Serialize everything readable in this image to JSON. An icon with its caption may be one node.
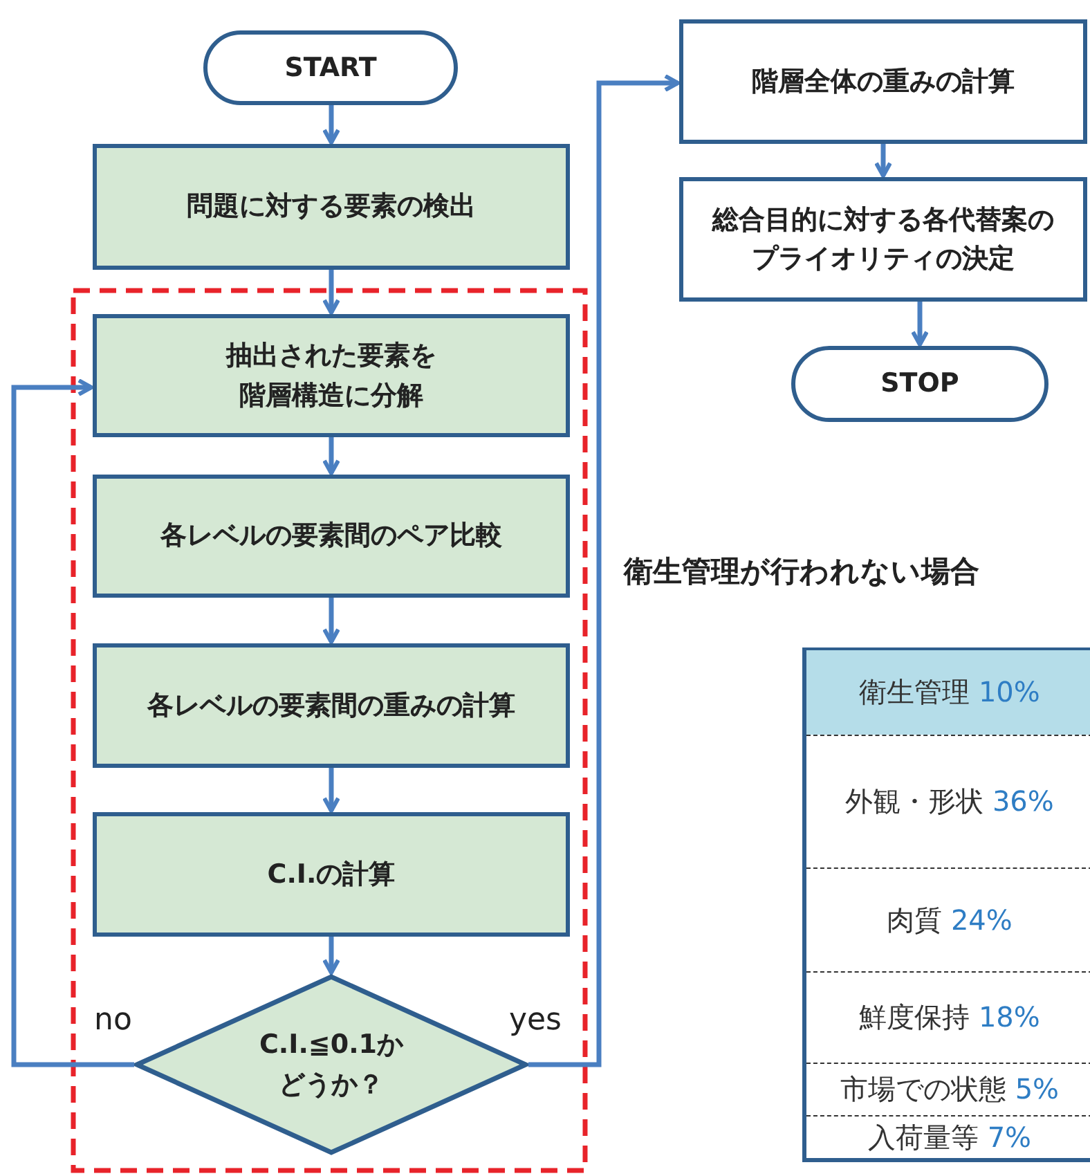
{
  "diagram": {
    "nodes": [
      {
        "text": [
          "START"
        ]
      },
      {
        "text": [
          "問題に対する要素の検出"
        ]
      },
      {
        "text": [
          "抽出された要素を階層構造に分解"
        ]
      },
      {
        "text": [
          "各レベルの要素間のペア比較"
        ]
      },
      {
        "text": [
          "各レベルの要素間の重みの計算"
        ]
      },
      {
        "text": [
          "C.I.の計算"
        ]
      },
      {
        "text": [
          "C.I.≦0.1かどうか？"
        ]
      },
      {
        "text": [
          "階層全体の重みの計算"
        ]
      },
      {
        "text": [
          "総合目的に対する各代替案のプライオリティの決定"
        ]
      },
      {
        "text": [
          "STOP"
        ]
      }
    ],
    "edges": [
      {
        "from": 0,
        "to": 1,
        "arrow": "to"
      },
      {
        "from": 1,
        "to": 2,
        "arrow": "to"
      },
      {
        "from": 2,
        "to": 3,
        "arrow": "to"
      },
      {
        "from": 3,
        "to": 4,
        "arrow": "to"
      },
      {
        "from": 4,
        "to": 5,
        "arrow": "to"
      },
      {
        "from": 5,
        "to": 6,
        "arrow": "to"
      },
      {
        "from": 6,
        "to": 2,
        "arrow": "to",
        "label": "no"
      },
      {
        "from": 6,
        "to": 7,
        "arrow": "to",
        "label": "yes"
      },
      {
        "from": 7,
        "to": 8,
        "arrow": "to"
      },
      {
        "from": 8,
        "to": 9,
        "arrow": "to"
      }
    ],
    "labels": [
      "衛生管理が行われない場合",
      "衛生管理 10%",
      "外観・形状 36%",
      "肉質 24%",
      "鮮度保持 18%",
      "市場での状態 5%",
      "入荷量等 7%"
    ]
  }
}
